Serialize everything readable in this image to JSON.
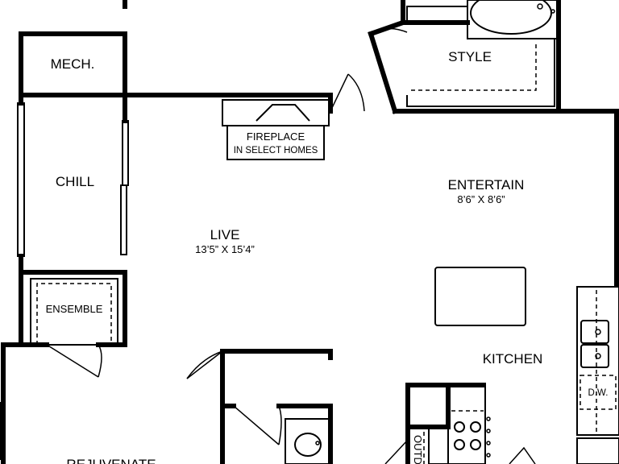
{
  "rooms": {
    "mech": "MECH.",
    "style": "STYLE",
    "chill": "CHILL",
    "live": "LIVE",
    "live_dim": "13’5” X 15’4”",
    "entertain": "ENTERTAIN",
    "entertain_dim": "8’6” X 8’6”",
    "kitchen": "KITCHEN",
    "ensemble": "ENSEMBLE",
    "rejuvenate": "REJUVENATE",
    "outdoor": "OUTD"
  },
  "fixtures": {
    "fireplace": "FIREPLACE",
    "fireplace_note": "IN SELECT HOMES",
    "dishwasher": "D.W."
  }
}
